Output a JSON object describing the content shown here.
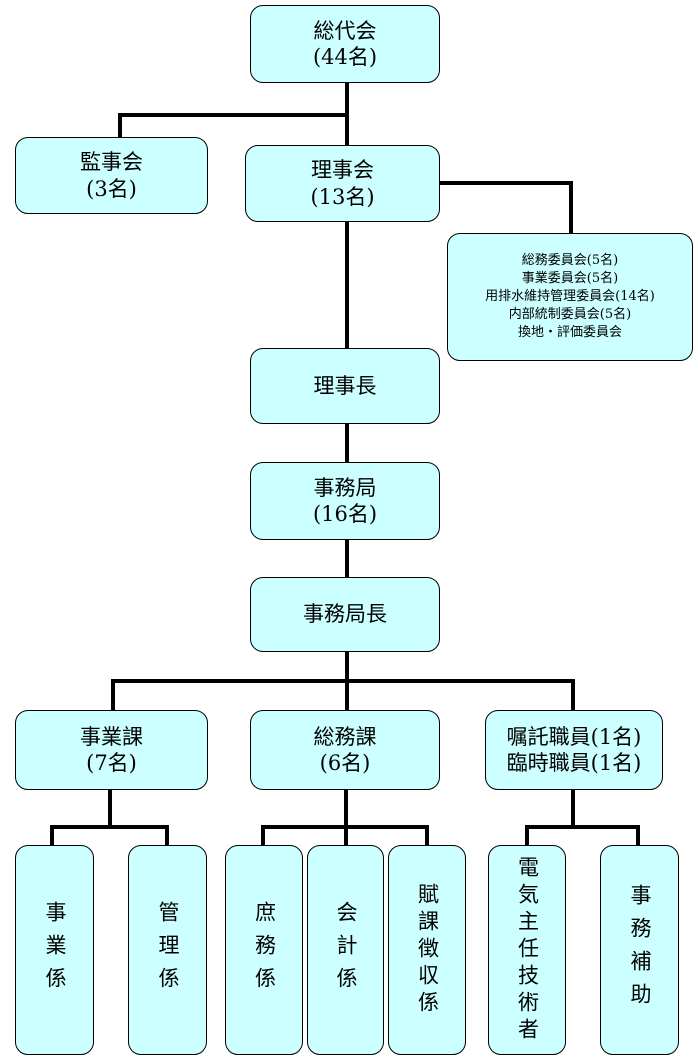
{
  "general_assembly": {
    "name": "総代会",
    "count": "(44名)"
  },
  "audit": {
    "name": "監事会",
    "count": "(3名)"
  },
  "board": {
    "name": "理事会",
    "count": "(13名)"
  },
  "committees": [
    "総務委員会(5名)",
    "事業委員会(5名)",
    "用排水維持管理委員会(14名)",
    "内部統制委員会(5名)",
    "換地・評価委員会"
  ],
  "chairman": "理事長",
  "secretariat": {
    "name": "事務局",
    "count": "(16名)"
  },
  "secretariat_head": "事務局長",
  "departments": [
    {
      "line1": "事業課",
      "line2": "(7名)"
    },
    {
      "line1": "総務課",
      "line2": "(6名)"
    },
    {
      "line1": "嘱託職員(1名)",
      "line2": "臨時職員(1名)"
    }
  ],
  "sections": [
    "事業係",
    "管理係",
    "庶務係",
    "会計係",
    "賦課徴収係",
    "電気主任技術者",
    "事務補助"
  ]
}
